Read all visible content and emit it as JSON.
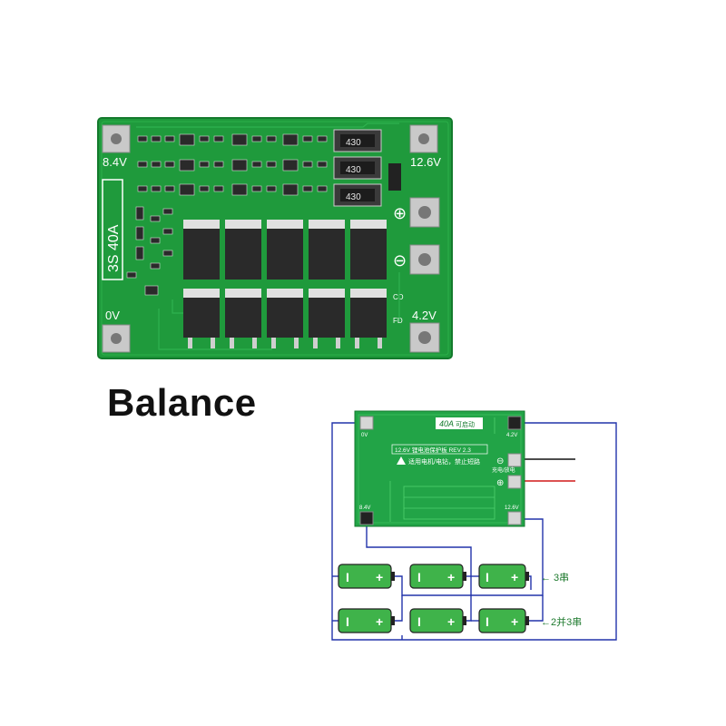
{
  "heading": "Balance",
  "board": {
    "model_label": "3S 40A",
    "resistor_code": "430",
    "resistor_codes": [
      "430",
      "430",
      "430"
    ],
    "terminal_8v4": "8.4V",
    "terminal_12v6": "12.6V",
    "terminal_0v": "0V",
    "terminal_4v2": "4.2V",
    "plus_symbol": "⊕",
    "minus_symbol": "⊖",
    "led_cd": "CD",
    "led_fd": "FD"
  },
  "diagram": {
    "board_title": "40A",
    "board_title_cn": "可启动",
    "board_subtitle": "12.6V 锂电池保护板 REV 2.3",
    "board_warning": "适用电机/电钻，禁止短路",
    "t_0v": "0V",
    "t_4v2": "4.2V",
    "t_charge_discharge": "充电/放电",
    "t_8v4": "8.4V",
    "t_12v6": "12.6V",
    "label_3s": "← 3串",
    "label_2p3s": "←2并3串",
    "battery_minus": "I",
    "battery_plus": "+"
  },
  "colors": {
    "pcb_green": "#1f9a3c",
    "pcb_green_dark": "#137a2c",
    "wire_blue": "#2233aa",
    "wire_red": "#d01818",
    "battery_green": "#3fb34a"
  }
}
